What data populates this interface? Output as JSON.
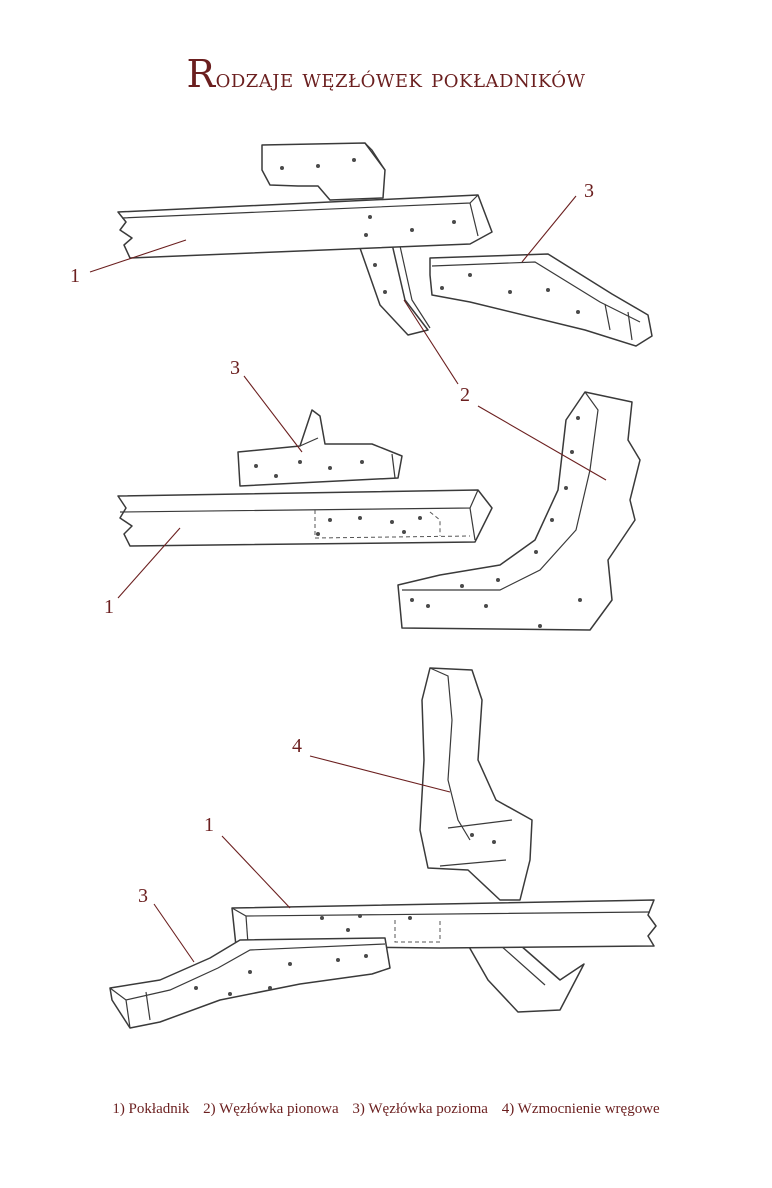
{
  "title": {
    "first_letter": "R",
    "rest": "odzaje węzłówek pokładników"
  },
  "callouts": {
    "n1_top": "1",
    "n2": "2",
    "n3_top": "3",
    "n3_mid": "3",
    "n1_mid": "1",
    "n4": "4",
    "n1_bottom": "1",
    "n3_bottom": "3"
  },
  "legend": [
    "1) Pokładnik",
    "2) Węzłówka pionowa",
    "3) Węzłówka pozioma",
    "4) Wzmocnienie wręgowe"
  ]
}
